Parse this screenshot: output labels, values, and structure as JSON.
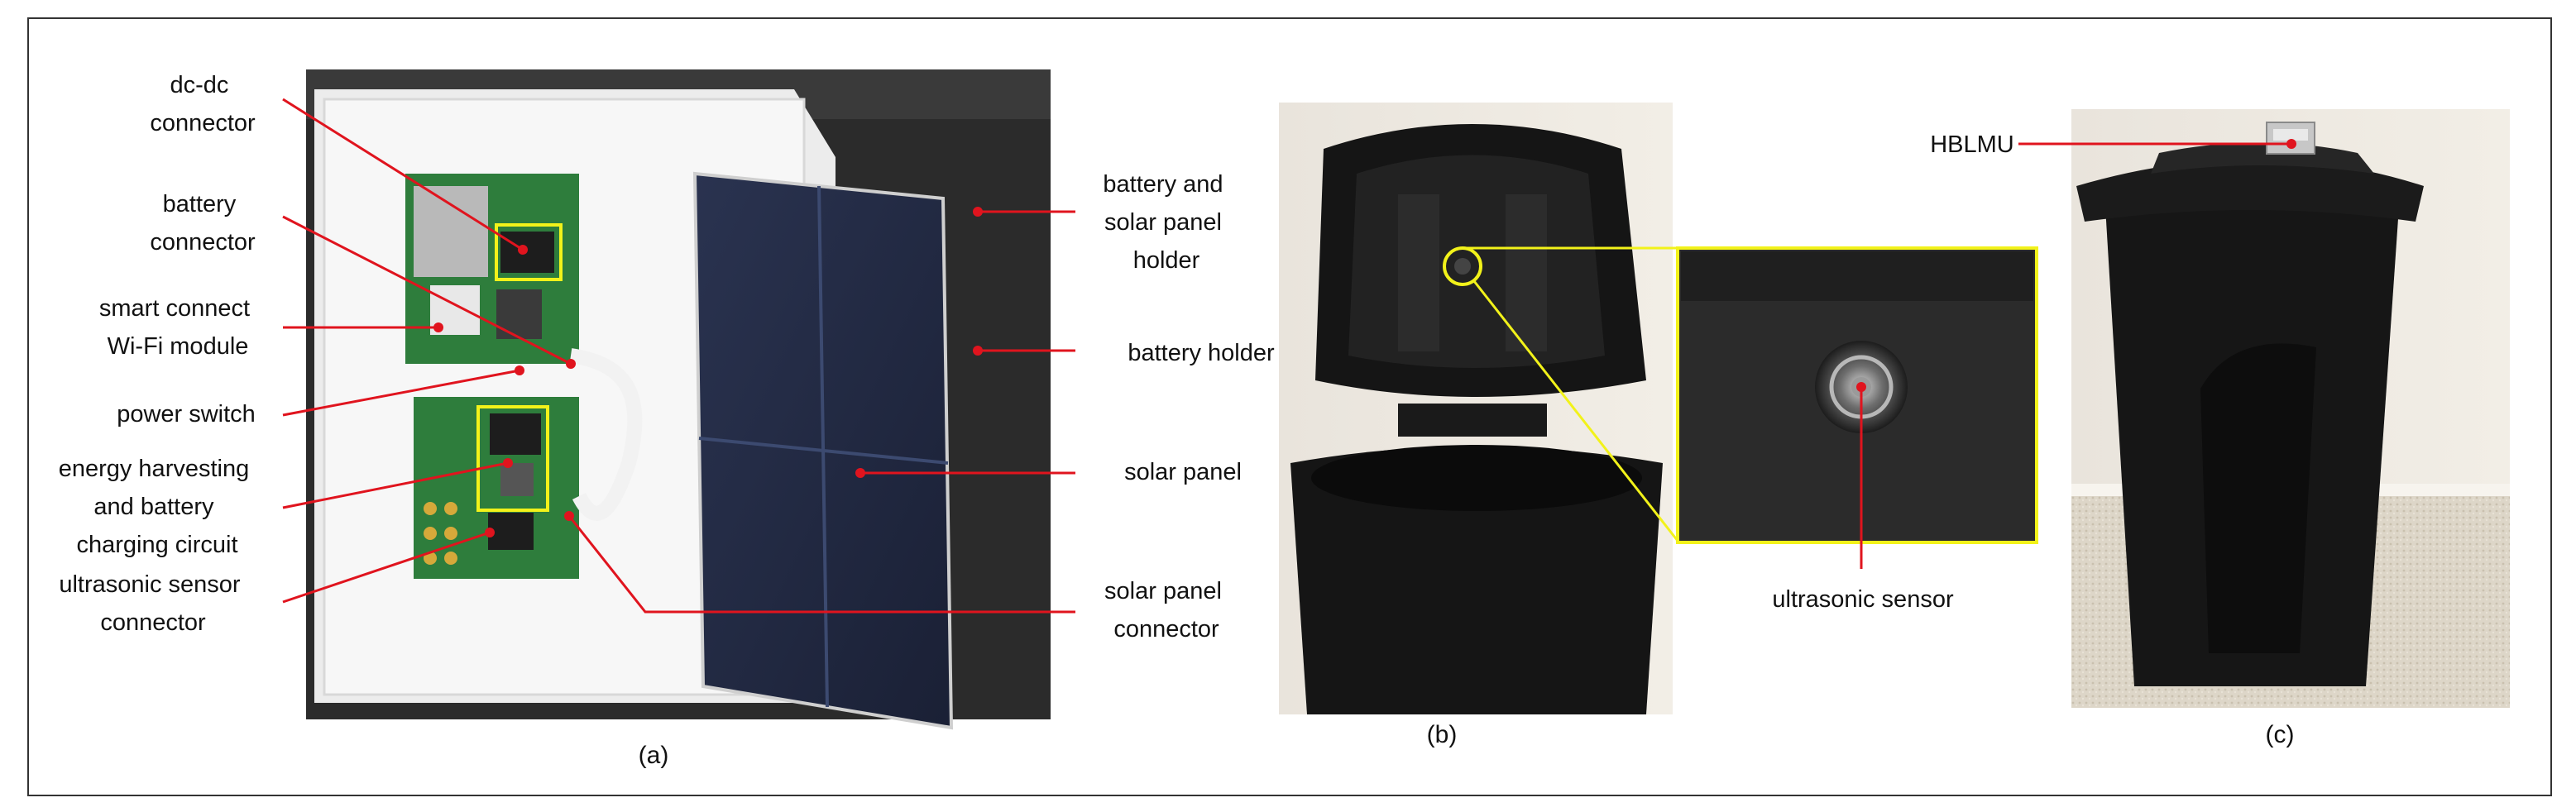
{
  "figure": {
    "panel_a": {
      "caption": "(a)",
      "labels": {
        "dc_dc_connector": [
          "dc-dc",
          "connector"
        ],
        "battery_connector": [
          "battery",
          "connector"
        ],
        "wifi_module": [
          "smart connect",
          "Wi-Fi module"
        ],
        "power_switch": [
          "power switch"
        ],
        "energy_harvesting": [
          "energy harvesting",
          "and battery",
          "charging circuit"
        ],
        "ultrasonic_connector": [
          "ultrasonic sensor",
          "connector"
        ],
        "battery_solar_holder": [
          "battery and",
          "solar panel",
          "holder"
        ],
        "battery_holder": [
          "battery holder"
        ],
        "solar_panel": [
          "solar panel"
        ],
        "solar_panel_connector": [
          "solar panel",
          "connector"
        ]
      }
    },
    "panel_b": {
      "caption": "(b)",
      "labels": {
        "ultrasonic_sensor": [
          "ultrasonic sensor"
        ]
      }
    },
    "panel_c": {
      "caption": "(c)",
      "labels": {
        "hblmu": [
          "HBLMU"
        ]
      }
    },
    "colors": {
      "leader": "#e0141e",
      "highlight_box": "#f2f21a",
      "frame": "#333333"
    }
  }
}
